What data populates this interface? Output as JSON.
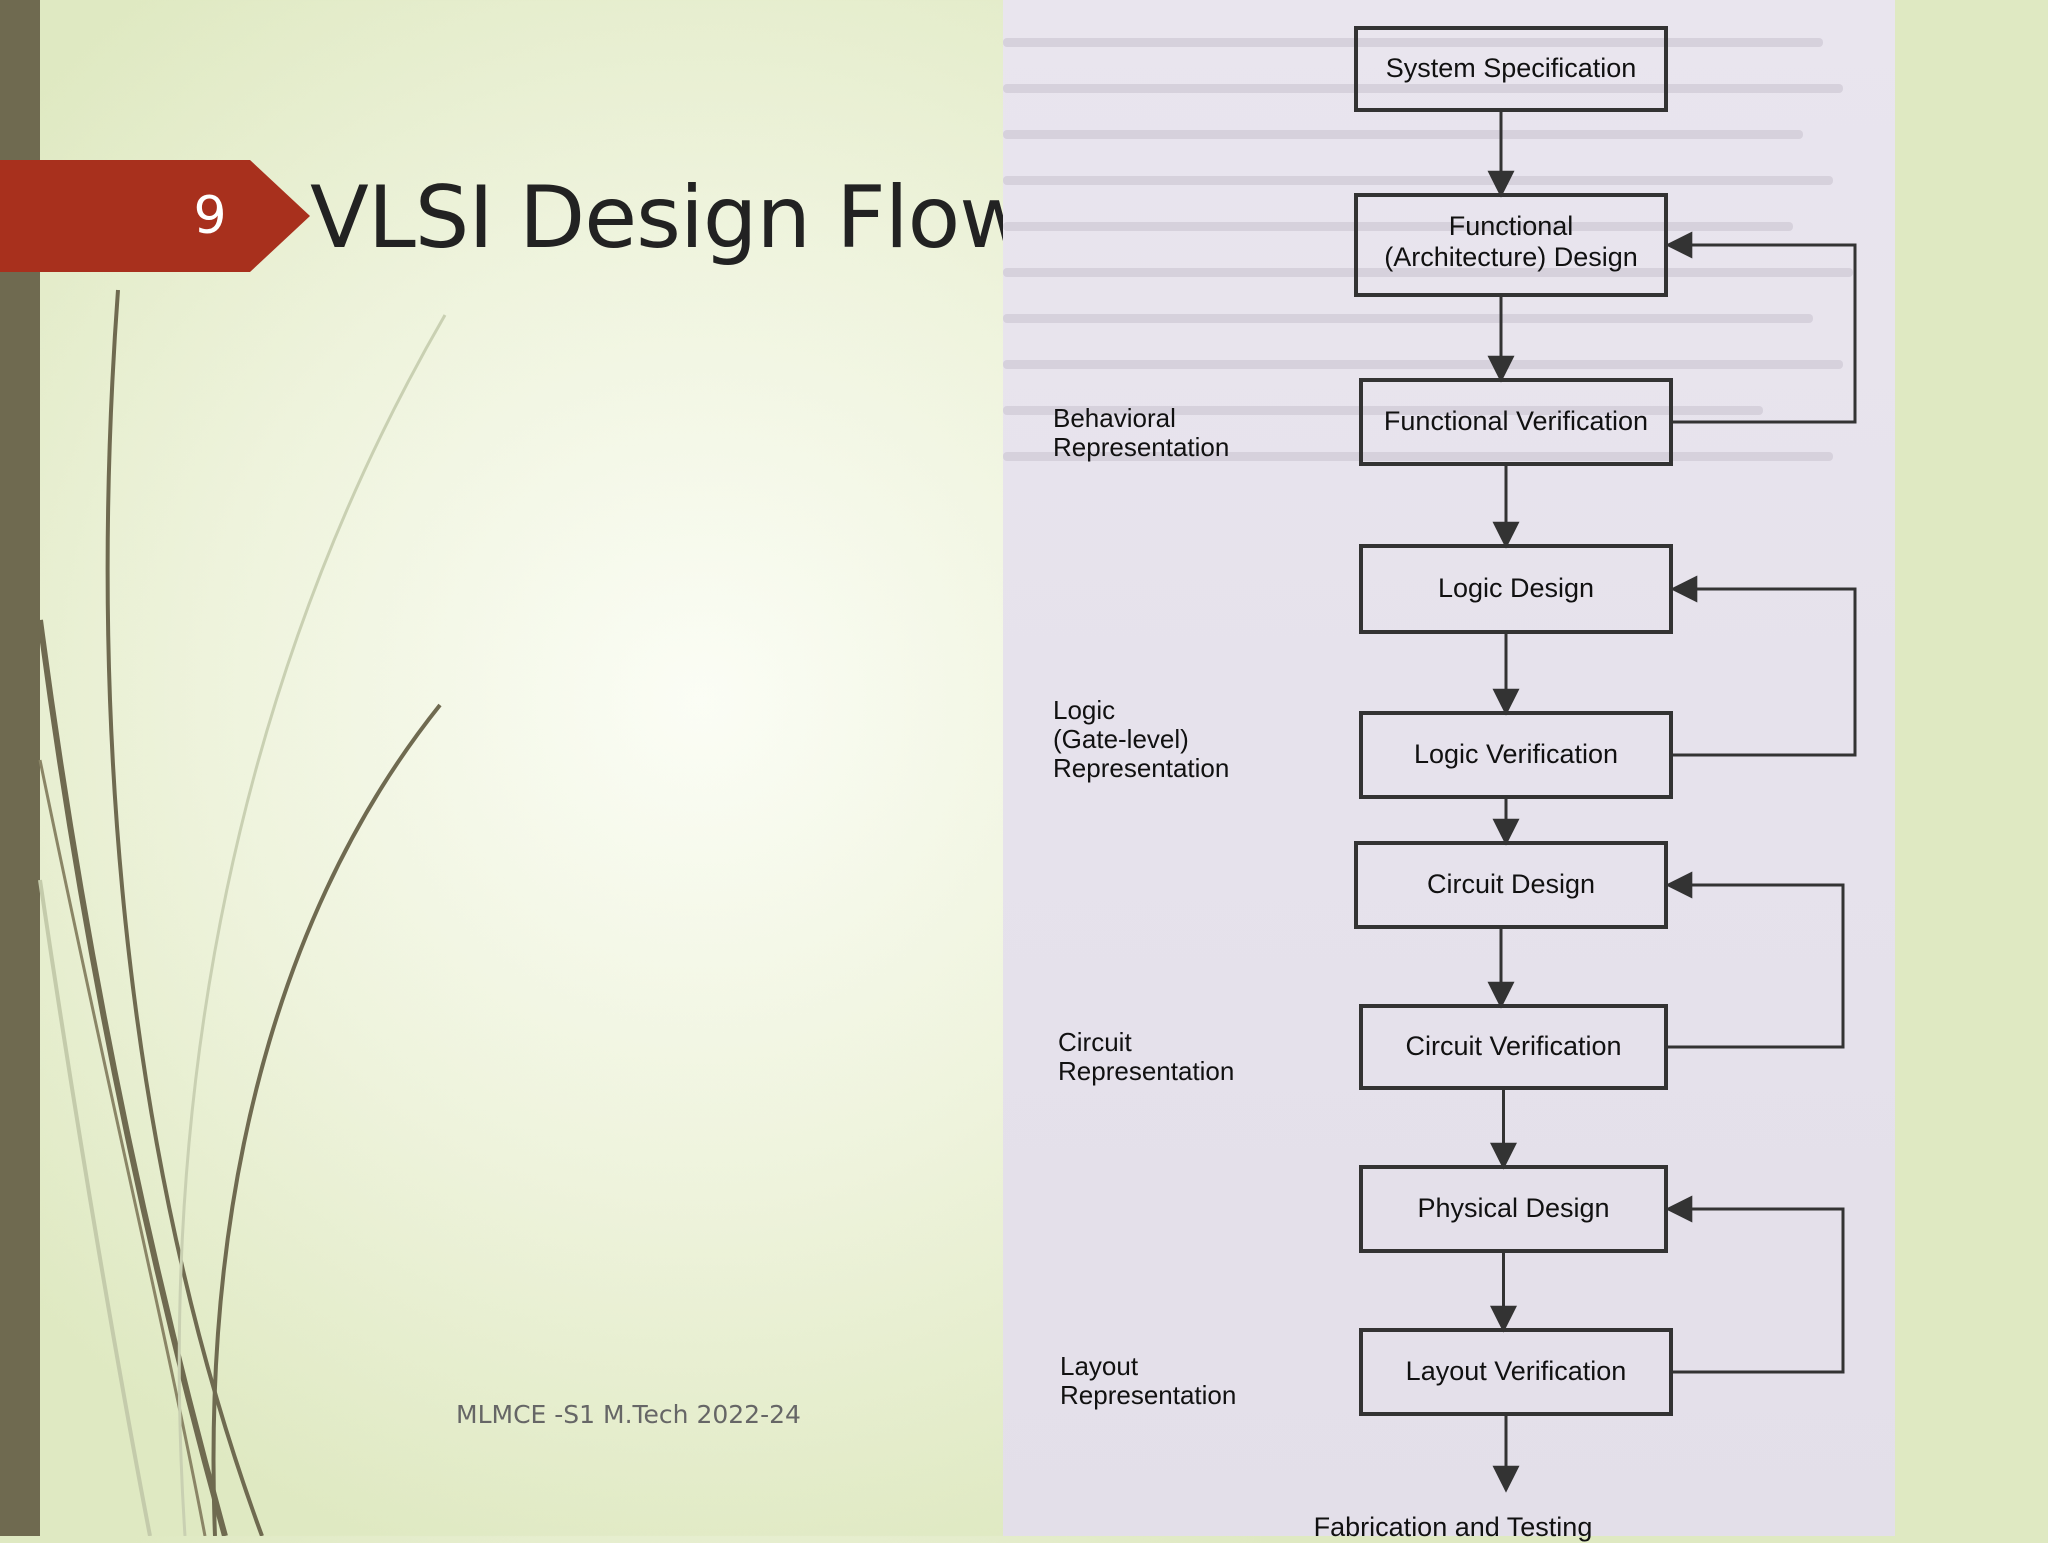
{
  "slide": {
    "number": "9",
    "title": "VLSI Design Flow:",
    "footer": "MLMCE -S1 M.Tech 2022-24",
    "colors": {
      "tag": "#a8301d",
      "bar": "#6f6a50",
      "lines": "#6f6a50"
    }
  },
  "flow": {
    "steps": [
      {
        "id": "system-specification",
        "line1": "System Specification",
        "line2": ""
      },
      {
        "id": "functional-design",
        "line1": "Functional",
        "line2": "(Architecture) Design"
      },
      {
        "id": "functional-verification",
        "line1": "Functional Verification",
        "line2": ""
      },
      {
        "id": "logic-design",
        "line1": "Logic Design",
        "line2": ""
      },
      {
        "id": "logic-verification",
        "line1": "Logic Verification",
        "line2": ""
      },
      {
        "id": "circuit-design",
        "line1": "Circuit Design",
        "line2": ""
      },
      {
        "id": "circuit-verification",
        "line1": "Circuit Verification",
        "line2": ""
      },
      {
        "id": "physical-design",
        "line1": "Physical Design",
        "line2": ""
      },
      {
        "id": "layout-verification",
        "line1": "Layout Verification",
        "line2": ""
      }
    ],
    "final_step": "Fabrication and Testing",
    "representations": [
      {
        "id": "behavioral",
        "lines": [
          "Behavioral",
          "Representation"
        ]
      },
      {
        "id": "logic",
        "lines": [
          "Logic",
          "(Gate-level)",
          "Representation"
        ]
      },
      {
        "id": "circuit",
        "lines": [
          "Circuit",
          "Representation"
        ]
      },
      {
        "id": "layout",
        "lines": [
          "Layout",
          "Representation"
        ]
      }
    ]
  }
}
